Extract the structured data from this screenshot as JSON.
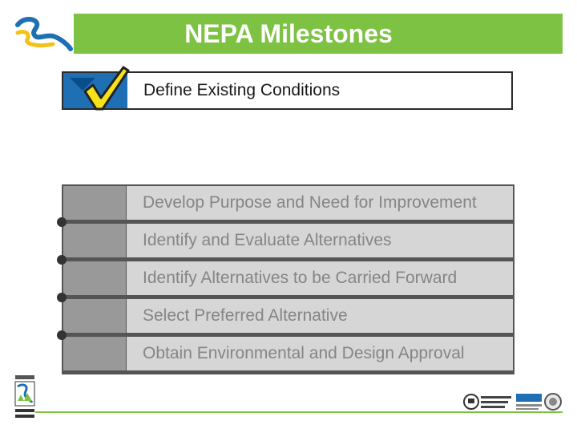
{
  "header": {
    "title": "NEPA Milestones"
  },
  "active_milestone": {
    "label": "Define Existing Conditions",
    "status_icon": "checkmark-icon"
  },
  "milestones": [
    {
      "label": "Develop Purpose and Need for Improvement"
    },
    {
      "label": "Identify and Evaluate Alternatives"
    },
    {
      "label": "Identify Alternatives to be Carried Forward"
    },
    {
      "label": "Select Preferred Alternative"
    },
    {
      "label": "Obtain Environmental and Design Approval"
    }
  ],
  "colors": {
    "accent": "#7dc242",
    "active_block": "#1f6fb5",
    "pending_block": "#999999",
    "pending_bg": "#d6d6d7",
    "check_fill": "#f5e21a"
  },
  "footer": {
    "left_logo": "project-logo",
    "right_logos": [
      "idot-logo",
      "cdot-logo",
      "seal-logo"
    ]
  }
}
